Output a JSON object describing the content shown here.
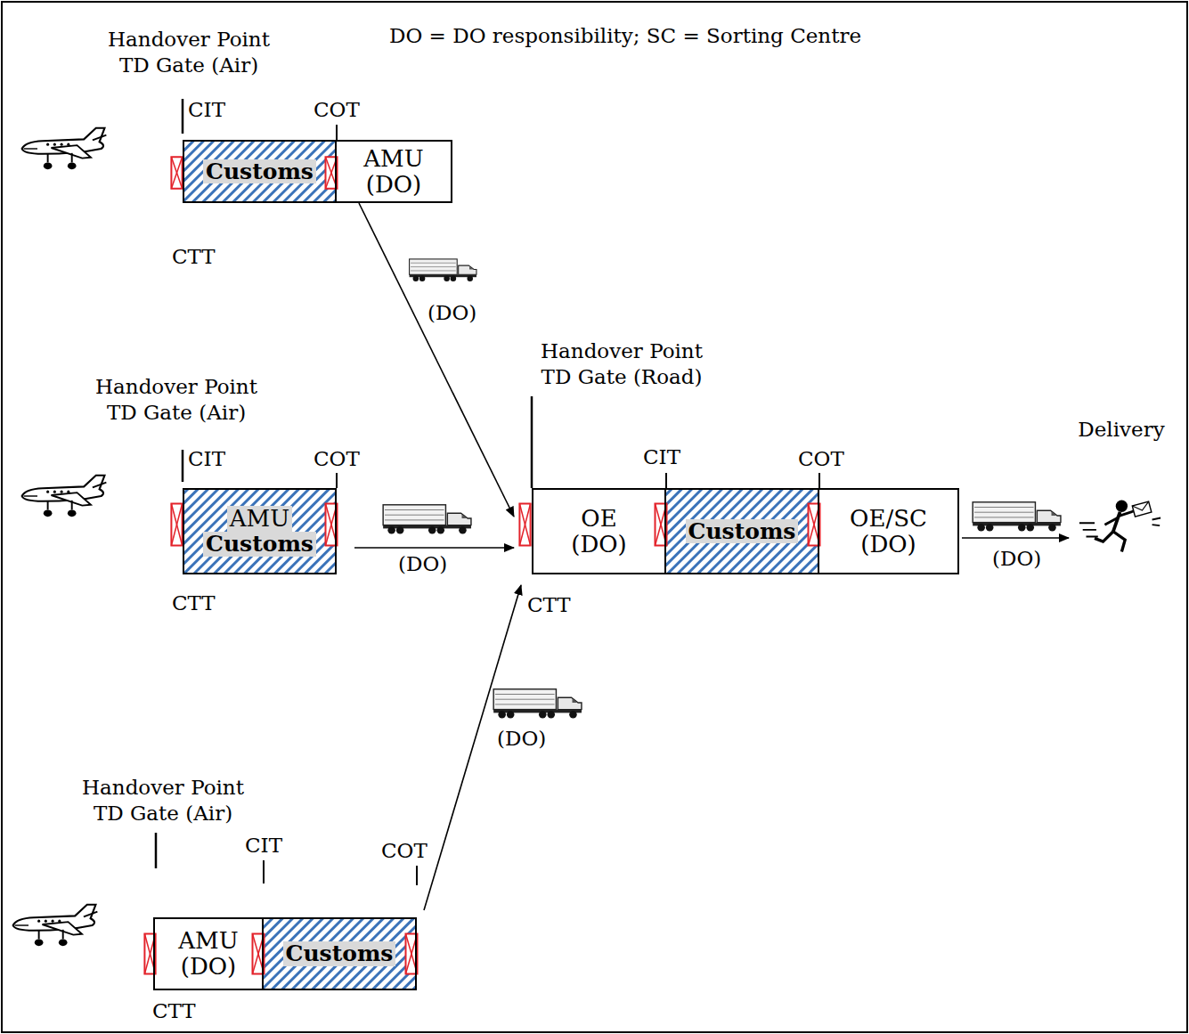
{
  "diagram": {
    "nodes": [
      {
        "text": [
          "Customs"
        ]
      },
      {
        "text": [
          "AMU (DO)"
        ]
      },
      {
        "text": [
          "AMU",
          "Customs"
        ]
      },
      {
        "text": [
          "OE (DO)"
        ]
      },
      {
        "text": [
          "Customs"
        ]
      },
      {
        "text": [
          "OE/SC (DO)"
        ]
      },
      {
        "text": [
          "Delivery"
        ]
      },
      {
        "text": [
          "AMU (DO)"
        ]
      },
      {
        "text": [
          "Customs"
        ]
      }
    ],
    "edges": [
      {
        "from": 1,
        "to": 3,
        "arrow": "to",
        "label": "(DO)"
      },
      {
        "from": 2,
        "to": 3,
        "arrow": "to",
        "label": "(DO)"
      },
      {
        "from": 8,
        "to": 3,
        "arrow": "to",
        "label": "(DO)"
      },
      {
        "from": 5,
        "to": 6,
        "arrow": "to",
        "label": "(DO)"
      }
    ],
    "labels": [
      "DO = DO responsibility; SC = Sorting Centre",
      "Handover Point TD Gate (Air)",
      "CIT",
      "COT",
      "CTT",
      "Handover Point TD Gate (Air)",
      "CIT",
      "COT",
      "CTT",
      "Handover Point TD Gate (Road)",
      "CIT",
      "COT",
      "CTT",
      "Handover Point TD Gate (Air)",
      "CIT",
      "COT",
      "CTT"
    ]
  }
}
